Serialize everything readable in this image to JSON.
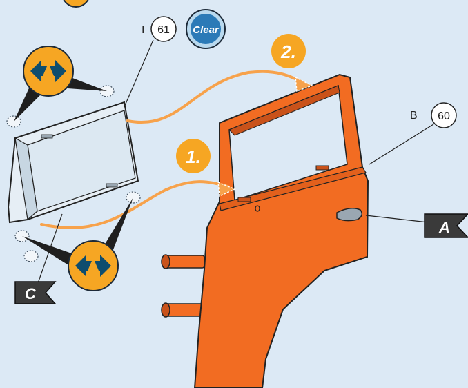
{
  "part_labels": {
    "glass": {
      "letter": "I",
      "number": "61"
    },
    "door": {
      "letter": "B",
      "number": "60"
    }
  },
  "clear_badge": "Clear",
  "steps": {
    "first": "1.",
    "second": "2."
  },
  "flags": {
    "a": "A",
    "c": "C"
  },
  "colors": {
    "background": "#dce9f5",
    "door": "#f26c22",
    "door_dark": "#c9521a",
    "arrow": "#f7a24b",
    "step_badge": "#f6a623",
    "glue_icon": "#0e4d6e",
    "flag": "#3a3a3a"
  },
  "icons": [
    "squeeze-glue-icon",
    "glue-drop-icon",
    "flag-marker-icon",
    "clear-parts-icon"
  ]
}
